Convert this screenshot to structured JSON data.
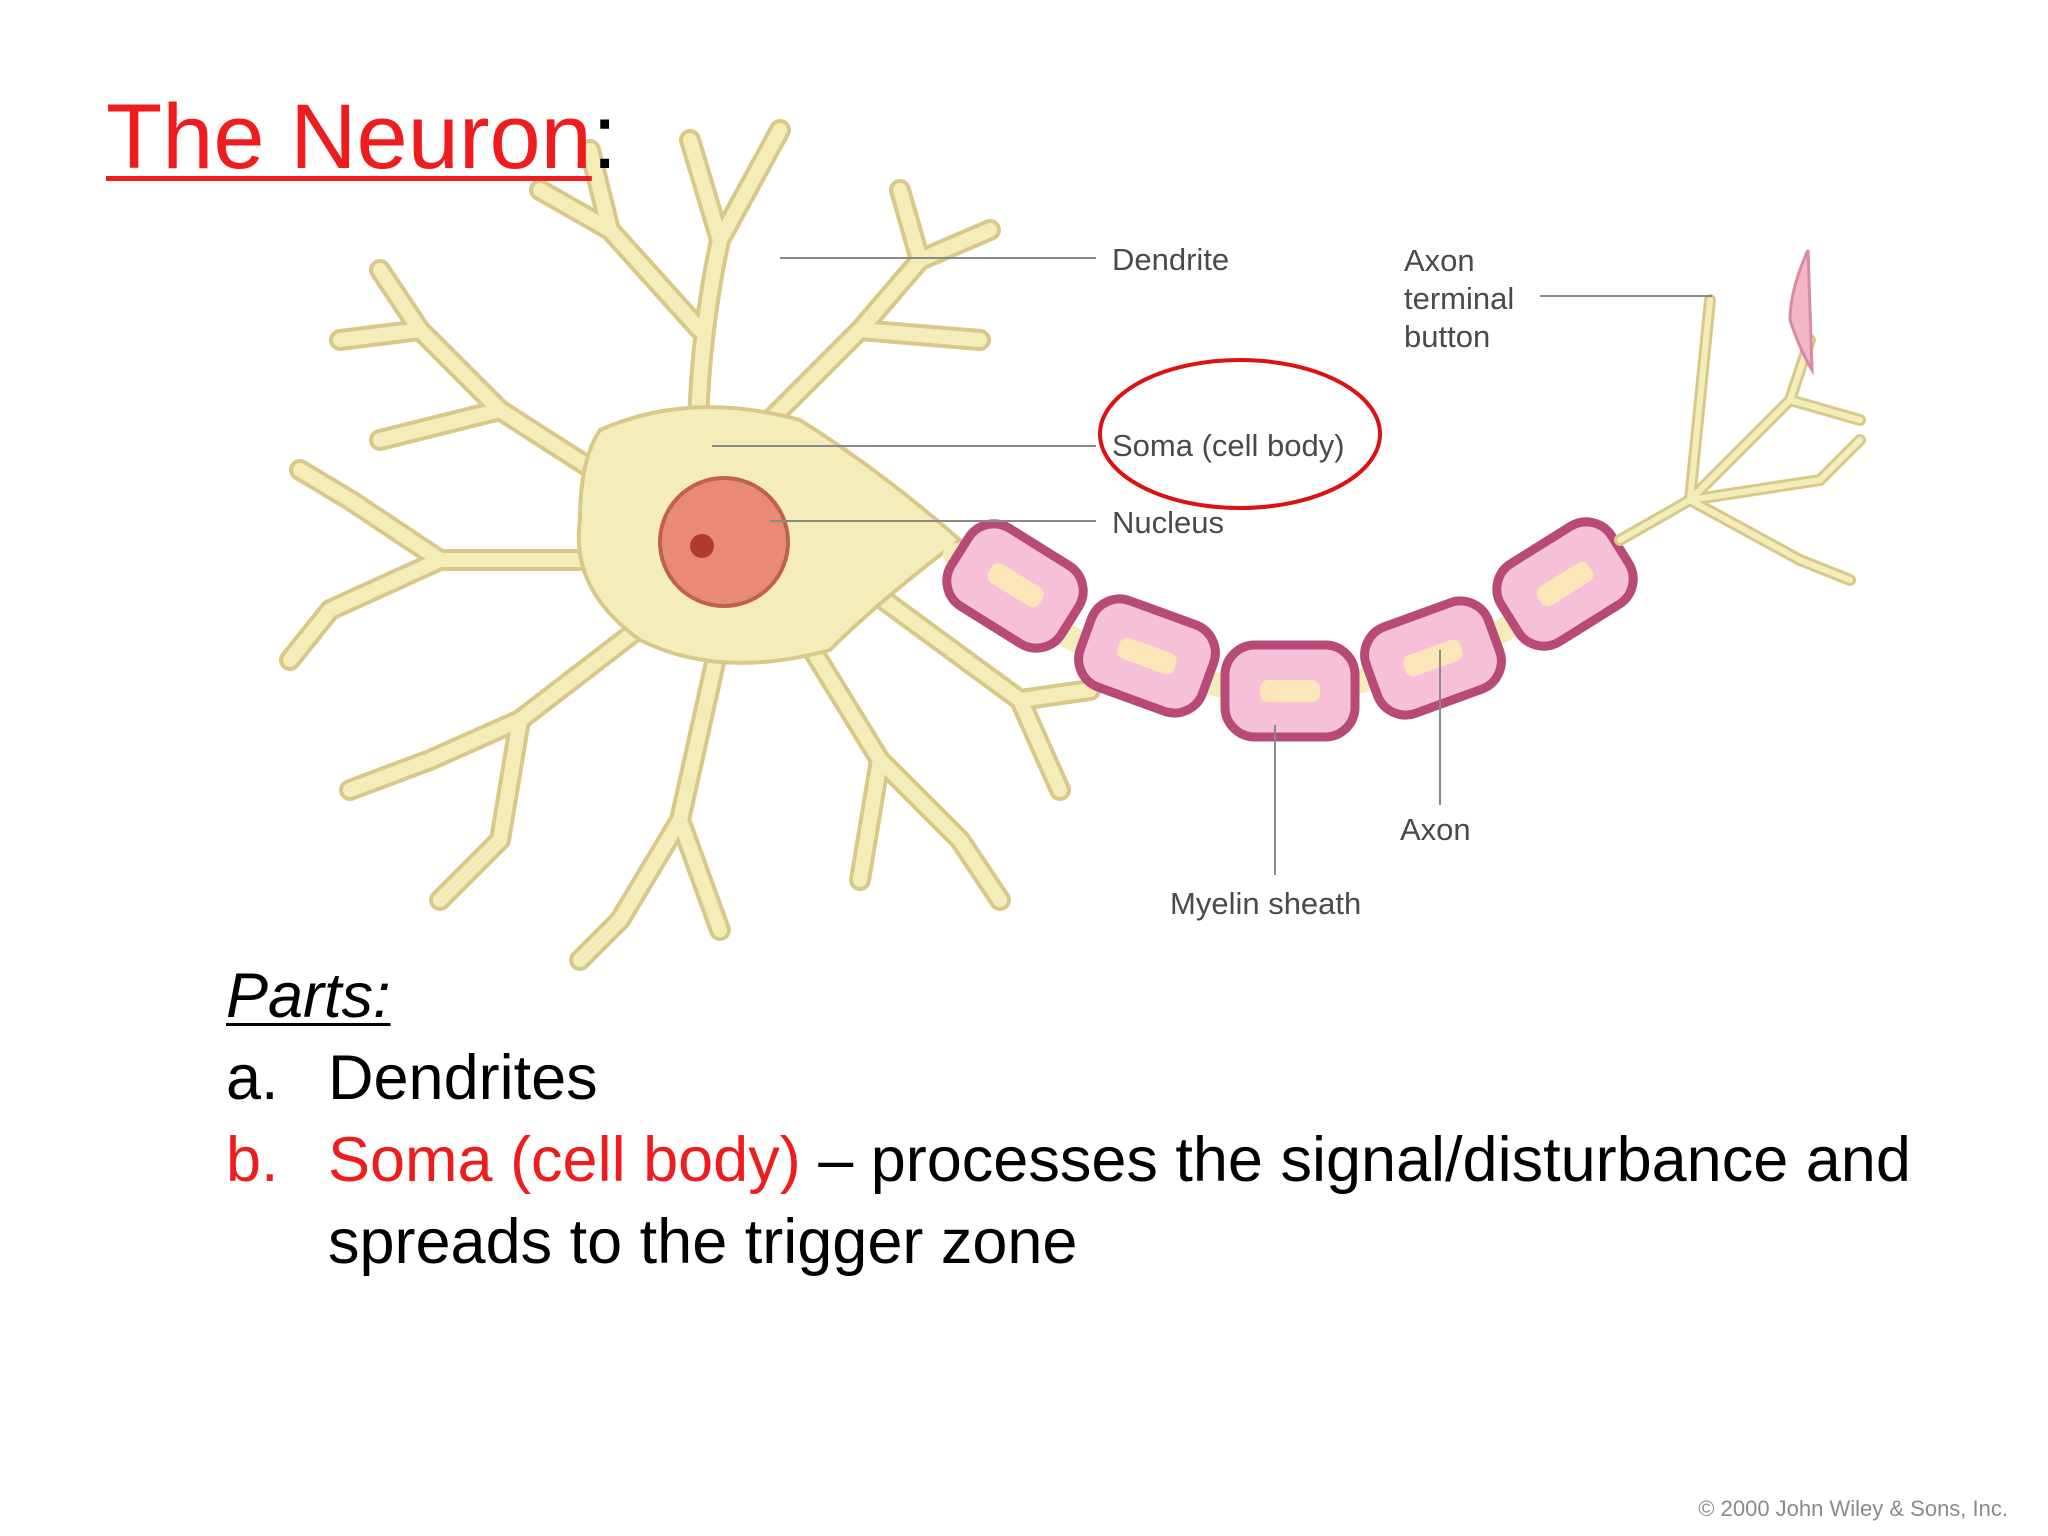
{
  "title": {
    "text": "The Neuron",
    "suffix": ":"
  },
  "diagram": {
    "labels": {
      "dendrite": "Dendrite",
      "axon_terminal_line1": "Axon",
      "axon_terminal_line2": "terminal",
      "axon_terminal_line3": "button",
      "soma": "Soma (cell body)",
      "nucleus": "Nucleus",
      "axon": "Axon",
      "myelin_sheath": "Myelin sheath"
    },
    "colors": {
      "cell_body": "#f4edb9",
      "cell_outline": "#d8c98a",
      "nucleus": "#e98a77",
      "myelin": "#b84a78",
      "myelin_fill": "#f5c0d8",
      "highlight_circle": "#dd1111"
    }
  },
  "parts": {
    "heading": "Parts:",
    "items": [
      {
        "marker": "a.",
        "text": "Dendrites",
        "description": ""
      },
      {
        "marker": "b.",
        "text": "Soma (cell body)",
        "description": " – processes the signal/disturbance and spreads to the trigger zone"
      }
    ]
  },
  "copyright": "© 2000 John Wiley & Sons, Inc."
}
